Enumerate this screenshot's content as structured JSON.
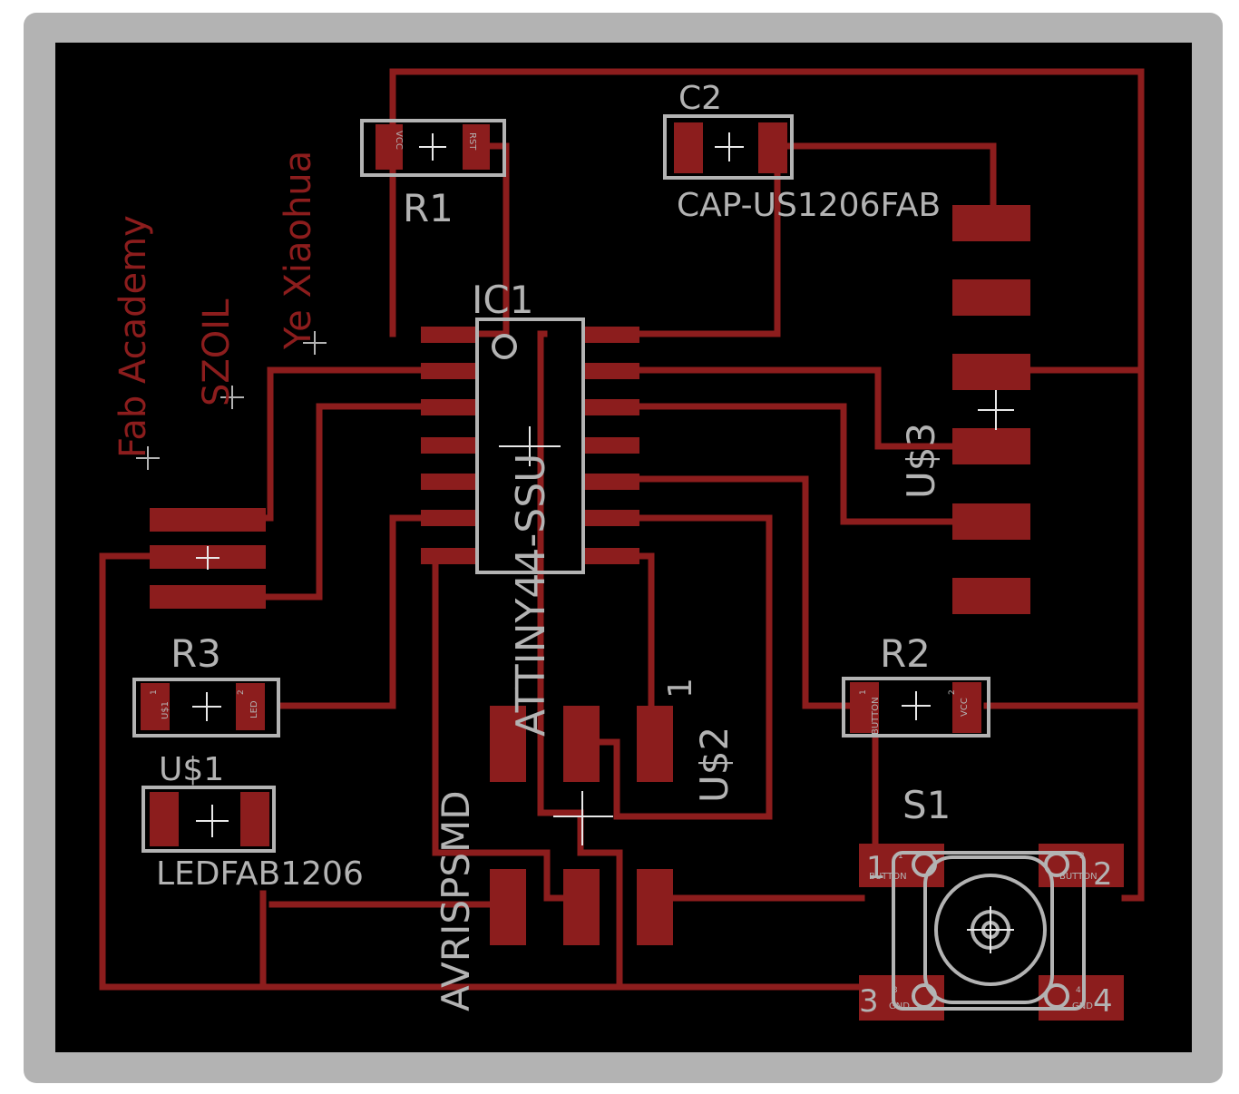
{
  "colors": {
    "outline": "#b3b3b3",
    "copper": "#8c1d1d",
    "silk": "#b3b3b3",
    "board": "#000000",
    "background": "#ffffff"
  },
  "components": {
    "r1": "R1",
    "r2": "R2",
    "r3": "R3",
    "c2": "C2",
    "c2_value": "CAP-US1206FAB",
    "ic1": "IC1",
    "ic1_value": "ATTINY44-SSU",
    "us1": "U$1",
    "us1_value": "LEDFAB1206",
    "us2": "U$2",
    "us2_pin": "1",
    "us3": "U$3",
    "avr": "AVRISPSMD",
    "s1": "S1"
  },
  "pin_labels": {
    "r1_left": "VCC",
    "r1_right": "RST",
    "r3_left": "U$1",
    "r3_right": "LED",
    "r3_n1": "1",
    "r3_n2": "2",
    "r2_left": "BUTTON",
    "r2_right": "VCC",
    "r2_n1": "1",
    "r2_n2": "2",
    "s1_1": "1",
    "s1_2": "2",
    "s1_3": "3",
    "s1_4": "4",
    "s1_btn1": "BUTTON",
    "s1_btn2": "BUTTON",
    "s1_gnd3": "GND",
    "s1_gnd4": "GND",
    "s1_n1": "1",
    "s1_n2": "2",
    "s1_n3": "3",
    "s1_n4": "4"
  },
  "author": {
    "line1": "Fab Academy",
    "line2": "SZOIL",
    "line3": "Ye Xiaohua"
  }
}
